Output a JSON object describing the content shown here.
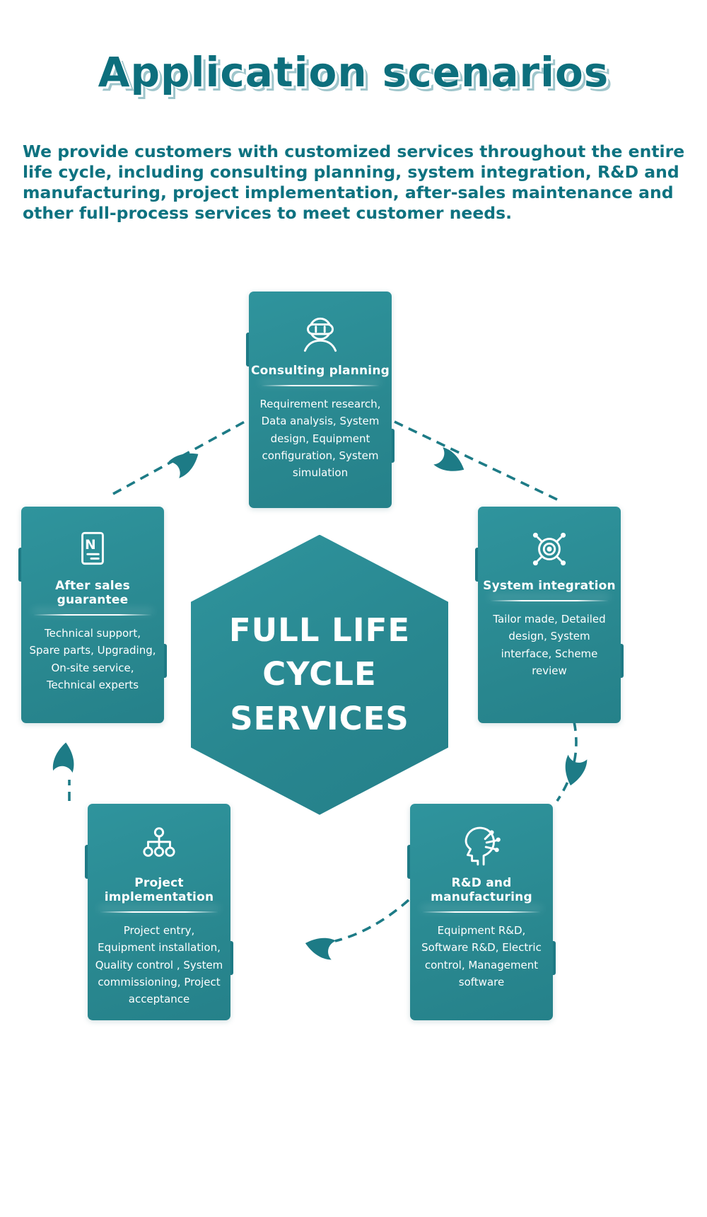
{
  "header": {
    "title": "Application scenarios"
  },
  "intro": {
    "text": "We provide customers with customized services throughout the entire life cycle, including consulting planning, system integration, R&D and manufacturing, project implementation, after-sales maintenance and other full-process services to meet customer needs."
  },
  "center": {
    "line1": "FULL LIFE",
    "line2": "CYCLE",
    "line3": "SERVICES"
  },
  "cards": [
    {
      "title": "Consulting planning",
      "icon": "vr-headset-icon",
      "body": "Requirement research, Data analysis, System design, Equipment configuration, System simulation"
    },
    {
      "title": "After sales guarantee",
      "icon": "document-icon",
      "body": "Technical support, Spare parts, Upgrading, On-site service, Technical experts"
    },
    {
      "title": "System integration",
      "icon": "integration-network-icon",
      "body": "Tailor made, Detailed design, System interface, Scheme review"
    },
    {
      "title": "Project implementation",
      "icon": "org-chart-icon",
      "body": "Project entry, Equipment installation, Quality control , System commissioning, Project acceptance"
    },
    {
      "title": "R&D and manufacturing",
      "icon": "ai-head-icon",
      "body": "Equipment R&D, Software R&D, Electric control, Management software"
    }
  ],
  "colors": {
    "heading_teal": "#0e7280",
    "card_teal": "#2b8e97",
    "arrow_teal": "#1d7b86",
    "background": "#ffffff"
  }
}
